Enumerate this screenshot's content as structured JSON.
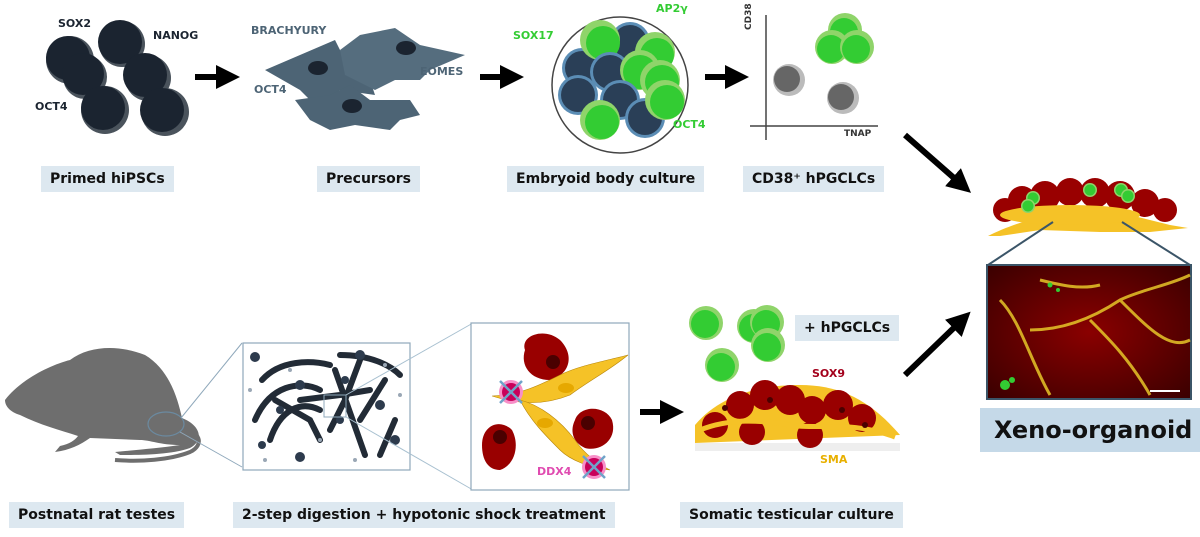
{
  "colors": {
    "pluripotent_cell": "#1b2430",
    "precursor_cell": "#4d6475",
    "germ_cell_green": "#33cc33",
    "germ_cell_rim": "#8fd46a",
    "sertoli_red": "#990000",
    "smooth_muscle_yellow": "#f5c227",
    "ddx4_pink": "#e04bb0",
    "label_bg": "#dde8f0",
    "label_bg_final": "#c5d9e8"
  },
  "top_row": {
    "stages": [
      {
        "id": "hipsc",
        "label": "Primed hiPSCs",
        "markers": [
          "SOX2",
          "NANOG",
          "OCT4"
        ]
      },
      {
        "id": "precursors",
        "label": "Precursors",
        "markers": [
          "BRACHYURY",
          "OCT4",
          "EOMES"
        ]
      },
      {
        "id": "embryoid",
        "label": "Embryoid body culture",
        "markers": [
          "SOX17",
          "AP2γ",
          "OCT4"
        ]
      },
      {
        "id": "hpgclc",
        "label": "CD38⁺ hPGCLCs",
        "axis_y": "CD38",
        "axis_x": "TNAP"
      }
    ]
  },
  "bottom_row": {
    "stages": [
      {
        "id": "rat",
        "label": "Postnatal rat testes"
      },
      {
        "id": "digestion",
        "label": "2-step digestion + hypotonic shock treatment",
        "markers": [
          "DDX4"
        ]
      },
      {
        "id": "somatic",
        "label": "Somatic testicular culture",
        "markers": [
          "SOX9",
          "SMA"
        ],
        "addition": "+ hPGCLCs"
      }
    ]
  },
  "final": {
    "label": "Xeno-organoid"
  }
}
